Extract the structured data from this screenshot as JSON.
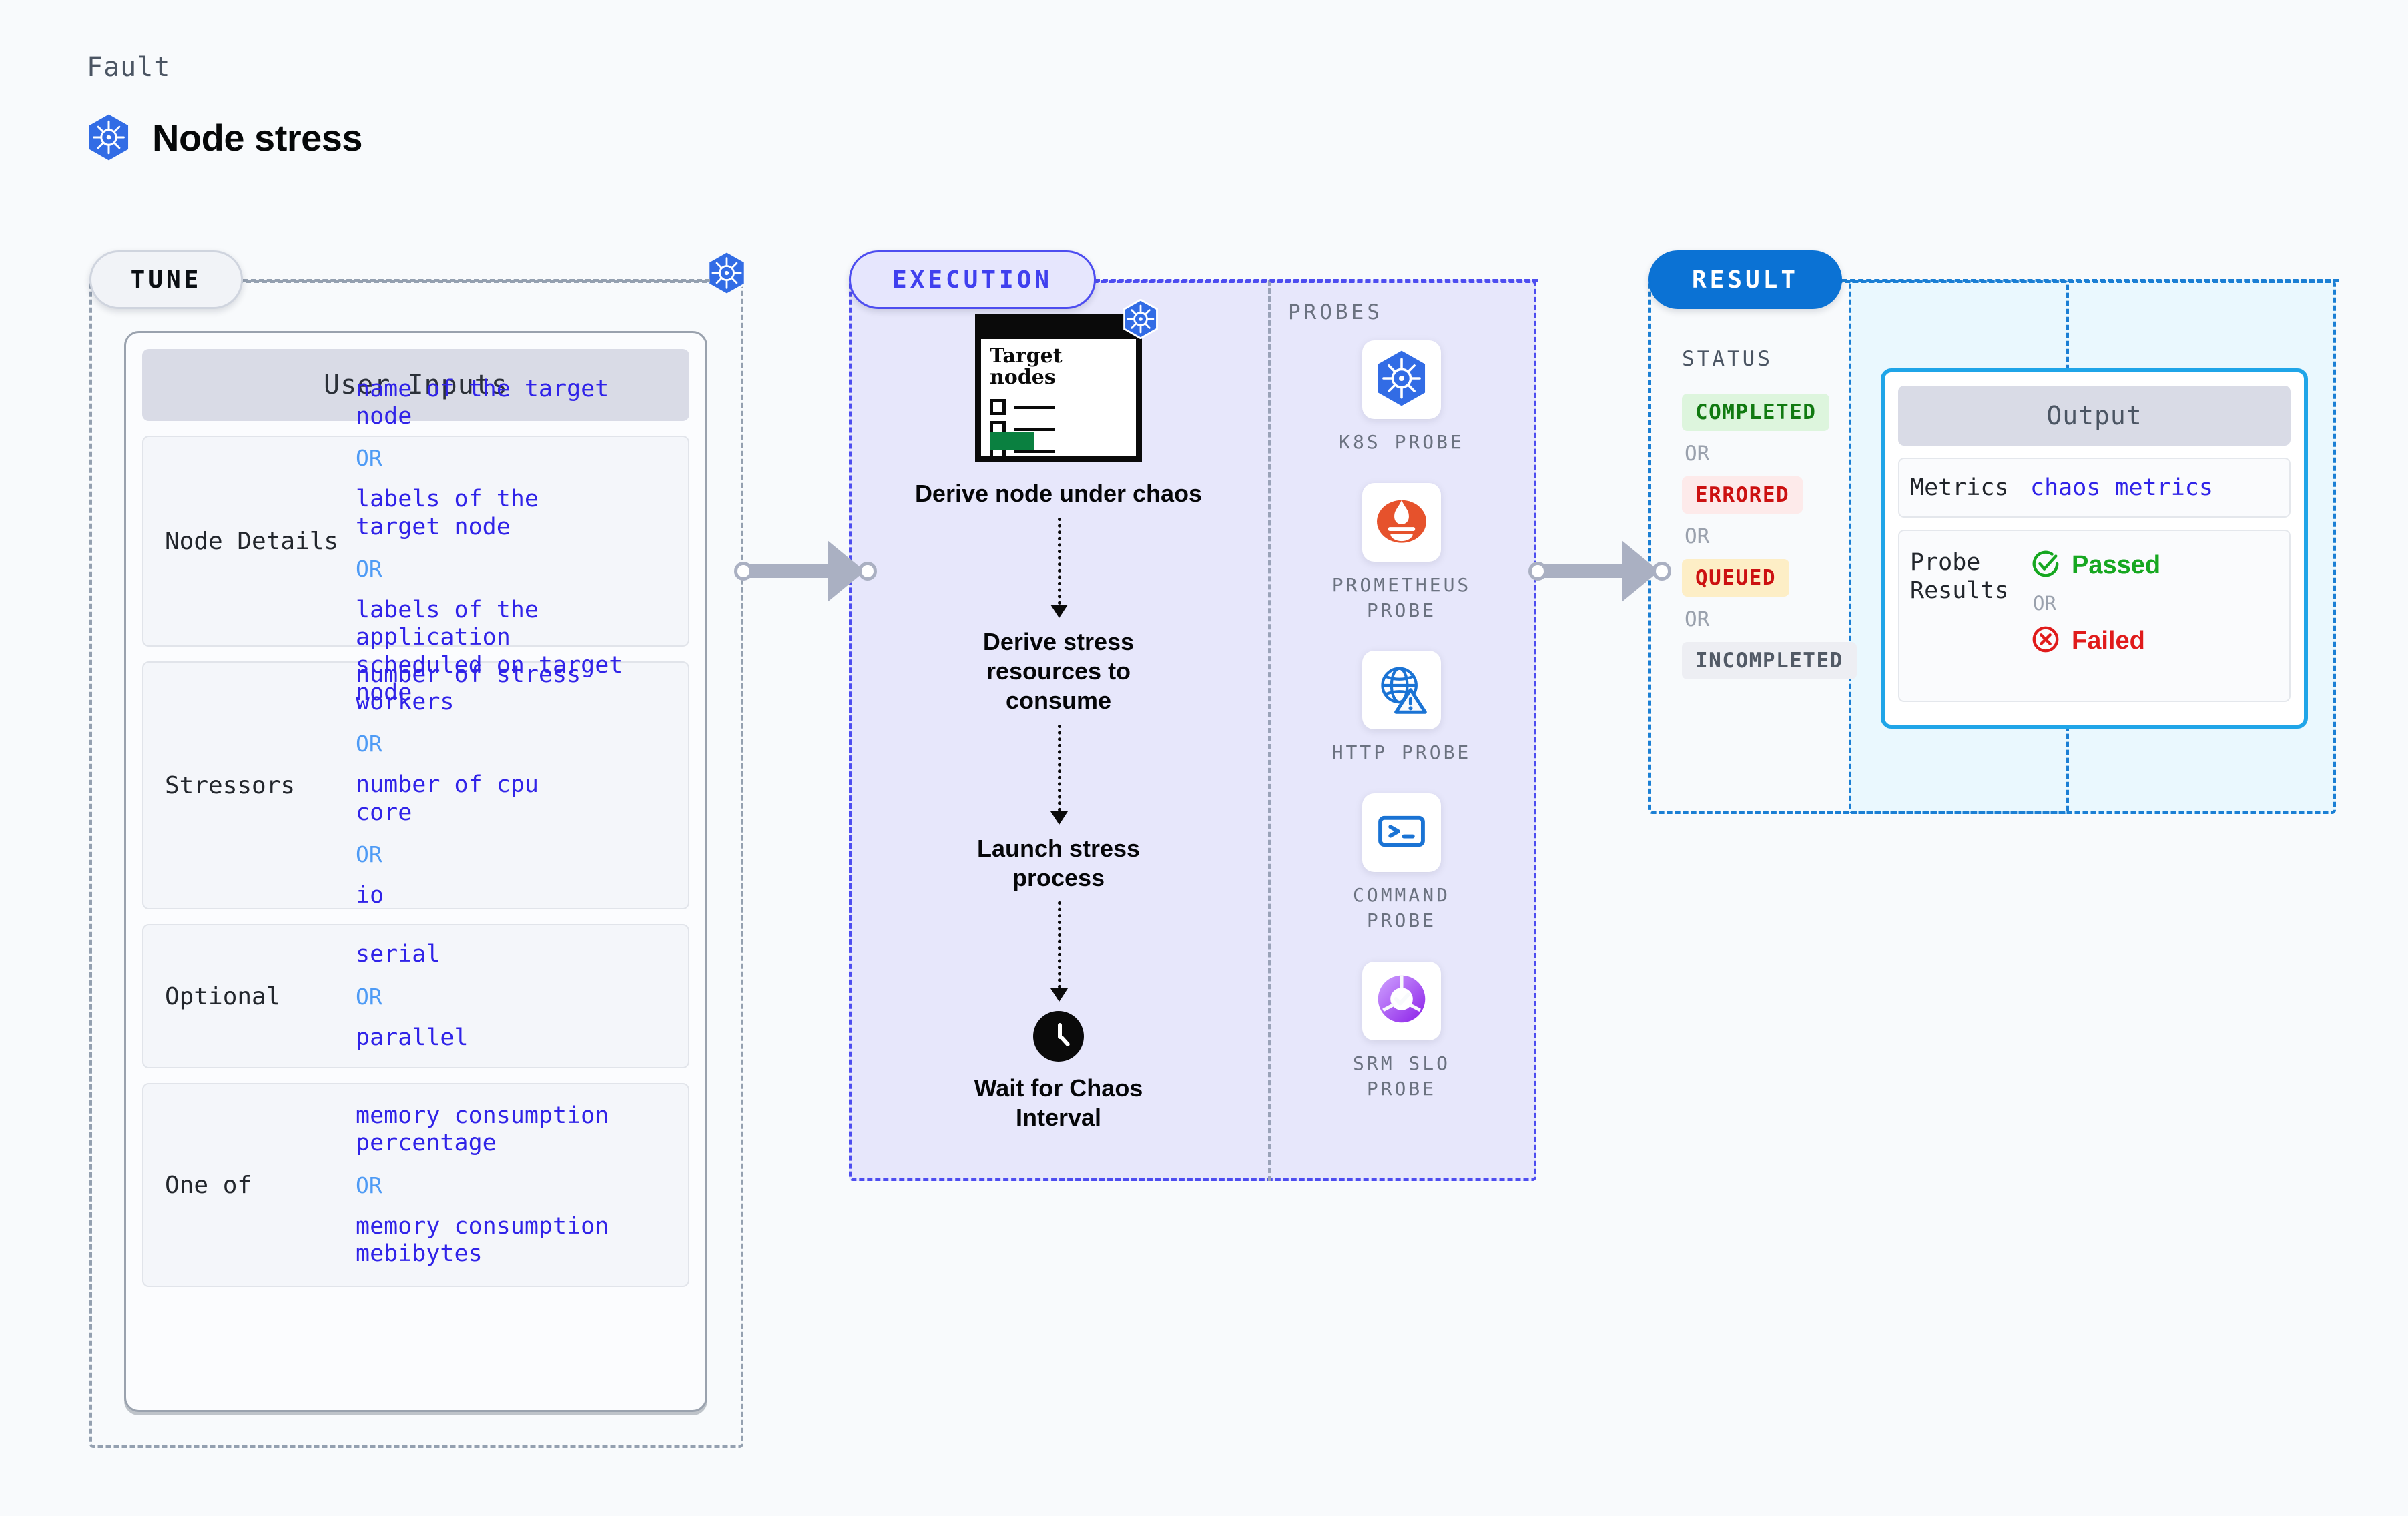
{
  "header": {
    "fault_label": "Fault",
    "title": "Node stress",
    "icon": "kubernetes-icon"
  },
  "stages": {
    "tune": "TUNE",
    "execution": "EXECUTION",
    "result": "RESULT"
  },
  "tune": {
    "card_title": "User Inputs",
    "or_label": "OR",
    "rows": [
      {
        "label": "Node Details",
        "values": [
          "name of the target\nnode",
          "labels of the\ntarget node",
          "labels of the application\n scheduled on target node"
        ]
      },
      {
        "label": "Stressors",
        "values": [
          "number of stress\nworkers",
          "number of cpu\ncore",
          "io"
        ]
      },
      {
        "label": "Optional",
        "values": [
          "serial",
          "parallel"
        ]
      },
      {
        "label": "One of",
        "values": [
          "memory consumption\npercentage",
          "memory consumption\nmebibytes"
        ]
      }
    ]
  },
  "execution": {
    "target_card": {
      "title": "Target\nnodes",
      "icon": "kubernetes-icon"
    },
    "steps": [
      "Derive node under chaos",
      "Derive stress resources to consume",
      "Launch stress process",
      "Wait for Chaos Interval"
    ],
    "wait_icon": "clock-icon"
  },
  "probes": {
    "title": "PROBES",
    "items": [
      {
        "name": "K8S  PROBE",
        "icon": "kubernetes-icon"
      },
      {
        "name": "PROMETHEUS\nPROBE",
        "icon": "prometheus-icon"
      },
      {
        "name": "HTTP  PROBE",
        "icon": "globe-warning-icon"
      },
      {
        "name": "COMMAND\nPROBE",
        "icon": "terminal-icon"
      },
      {
        "name": "SRM  SLO\nPROBE",
        "icon": "slo-donut-icon"
      }
    ]
  },
  "result": {
    "status_title": "STATUS",
    "or_label": "OR",
    "statuses": [
      {
        "label": "COMPLETED",
        "color": "#117a11"
      },
      {
        "label": "ERRORED",
        "color": "#cc1111"
      },
      {
        "label": "QUEUED",
        "color": "#cc1111"
      },
      {
        "label": "INCOMPLETED",
        "color": "#525a66"
      }
    ]
  },
  "output": {
    "card_title": "Output",
    "metrics_label": "Metrics",
    "metrics_value": "chaos metrics",
    "probe_results_label": "Probe\nResults",
    "passed_label": "Passed",
    "failed_label": "Failed",
    "or_label": "OR",
    "passed_icon": "check-circle-icon",
    "failed_icon": "x-circle-icon"
  },
  "colors": {
    "k8s_blue": "#326ce5",
    "exec_purple": "#4d4df0",
    "result_blue": "#1b7fd4",
    "value_indigo": "#3023e8",
    "or_blue": "#4e9bf5"
  }
}
